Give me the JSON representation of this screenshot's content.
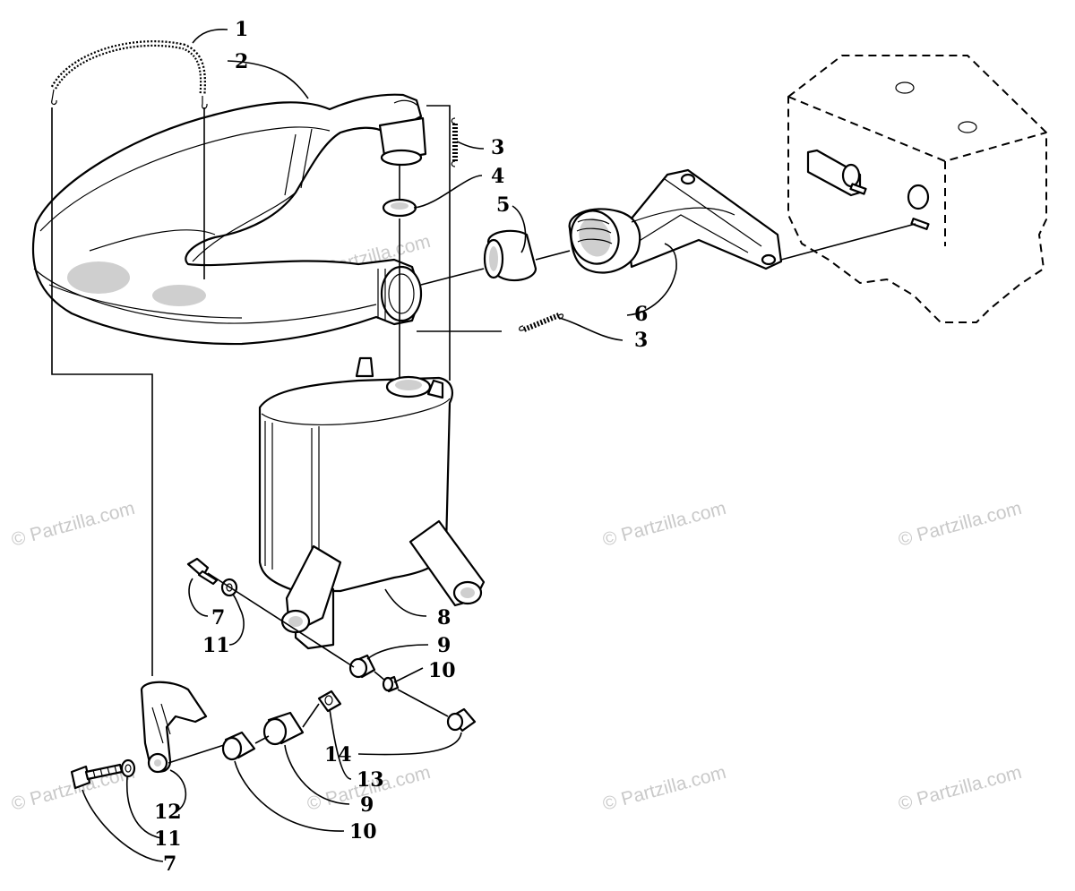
{
  "diagram": {
    "callouts": {
      "c1": "1",
      "c2": "2",
      "c3a": "3",
      "c3b": "3",
      "c4": "4",
      "c5": "5",
      "c6": "6",
      "c7a": "7",
      "c7b": "7",
      "c8": "8",
      "c9a": "9",
      "c9b": "9",
      "c10a": "10",
      "c10b": "10",
      "c11a": "11",
      "c11b": "11",
      "c12": "12",
      "c13": "13",
      "c14": "14"
    },
    "watermark": "© Partzilla.com"
  }
}
